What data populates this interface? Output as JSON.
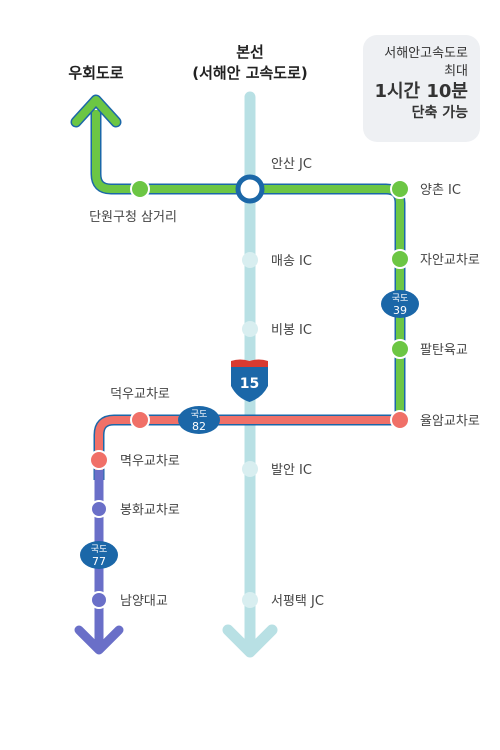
{
  "headers": {
    "bypass_title": "우회도로",
    "main_title_1": "본선",
    "main_title_2": "(서해안 고속도로)"
  },
  "info": {
    "line1": "서해안고속도로",
    "line2": "최대",
    "line3": "1시간 10분",
    "line4": "단축 가능"
  },
  "stations": {
    "ansan_jc": "안산 JC",
    "maesong_ic": "매송 IC",
    "bibong_ic": "비봉 IC",
    "baran_ic": "발안 IC",
    "seopyeongtaek_jc": "서평택 JC",
    "danwon": "단원구청 삼거리",
    "yangchon_ic": "양촌 IC",
    "jaan": "자안교차로",
    "paltan": "팔탄육교",
    "yulam": "율암교차로",
    "deogu": "덕우교차로",
    "myeogu": "멱우교차로",
    "bonghwa": "봉화교차로",
    "namyang": "남양대교"
  },
  "route_badges": {
    "national_label": "국도",
    "r39": "39",
    "r82": "82",
    "r77": "77",
    "interstate": "15"
  },
  "colors": {
    "green": "#6cc644",
    "red": "#f07068",
    "purple": "#6a6fc8",
    "mainline": "#b8e0e4",
    "badge_blue": "#1b67a8",
    "jc_blue": "#1b67a8"
  }
}
